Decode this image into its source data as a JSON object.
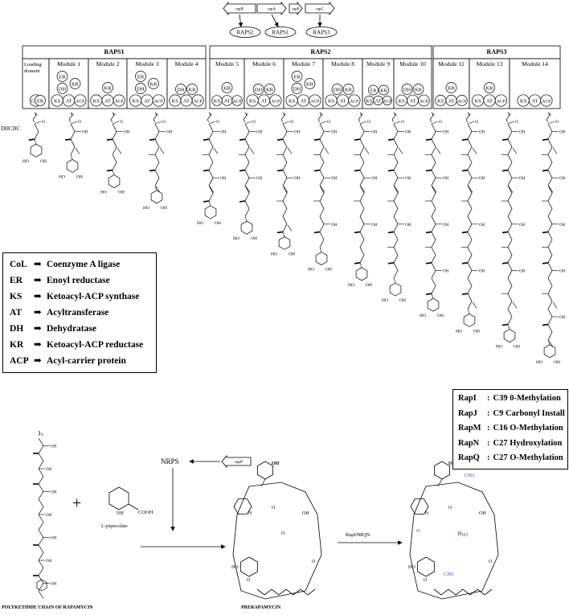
{
  "genes": {
    "top": [
      {
        "label": "rapB"
      },
      {
        "label": "rapA"
      },
      {
        "label": "rapP"
      },
      {
        "label": "rapC"
      }
    ],
    "proteins": [
      "RAPS2",
      "RAPS1",
      "RAPS3"
    ]
  },
  "synthases": [
    {
      "label": "RAPS1"
    },
    {
      "label": "RAPS2"
    },
    {
      "label": "RAPS3"
    }
  ],
  "modules": [
    {
      "label": "Loading domain",
      "domains": [
        "CoL",
        "ER"
      ]
    },
    {
      "label": "Module 1",
      "domains": [
        "ER",
        "DH",
        "KR",
        "KS",
        "AT",
        "ACP"
      ]
    },
    {
      "label": "Module 2",
      "domains": [
        "KR",
        "KS",
        "AT",
        "ACP"
      ]
    },
    {
      "label": "Module 3",
      "domains": [
        "ER",
        "DH",
        "KR",
        "KS",
        "AT",
        "ACP"
      ]
    },
    {
      "label": "Module 4",
      "domains": [
        "DH",
        "KR",
        "KS",
        "AT",
        "ACP"
      ]
    },
    {
      "label": "Module 5",
      "domains": [
        "KR",
        "KS",
        "AT",
        "ACP"
      ]
    },
    {
      "label": "Module 6",
      "domains": [
        "DH",
        "KR",
        "KS",
        "AT",
        "ACP"
      ]
    },
    {
      "label": "Module 7",
      "domains": [
        "ER",
        "DH",
        "KR",
        "KS",
        "AT",
        "ACP"
      ]
    },
    {
      "label": "Module 8",
      "domains": [
        "DH",
        "KR",
        "KS",
        "AT",
        "ACP"
      ]
    },
    {
      "label": "Module 9",
      "domains": [
        "ER",
        "KR",
        "KS",
        "AT",
        "ACP"
      ]
    },
    {
      "label": "Module 10",
      "domains": [
        "DH",
        "KR",
        "KS",
        "AT",
        "ACP"
      ]
    },
    {
      "label": "Module 11",
      "domains": [
        "KR",
        "KS",
        "AT",
        "ACP"
      ]
    },
    {
      "label": "Module 13",
      "domains": [
        "KR",
        "KS",
        "AT",
        "ACP"
      ]
    },
    {
      "label": "Module 14",
      "domains": [
        "KS",
        "AT",
        "ACP"
      ]
    }
  ],
  "starter_label": "DHCHC",
  "legend": [
    {
      "abbr": "CoL",
      "arrow": "➡",
      "name": "Coenzyme A ligase"
    },
    {
      "abbr": "ER",
      "arrow": "➡",
      "name": "Enoyl reductase"
    },
    {
      "abbr": "KS",
      "arrow": "➡",
      "name": "Ketoacyl-ACP synthase"
    },
    {
      "abbr": "AT",
      "arrow": "➡",
      "name": "Acyltransferase"
    },
    {
      "abbr": "DH",
      "arrow": "➡",
      "name": "Dehydratase"
    },
    {
      "abbr": "KR",
      "arrow": "➡",
      "name": "Ketoacyl-ACP reductase"
    },
    {
      "abbr": "ACP",
      "arrow": "➡",
      "name": "Acyl-carrier protein"
    }
  ],
  "tailoring": [
    {
      "enzyme": "RapI",
      "sep": ":",
      "function": "C39 0-Methylation"
    },
    {
      "enzyme": "RapJ",
      "sep": ":",
      "function": "C9 Carbonyl Install"
    },
    {
      "enzyme": "RapM",
      "sep": ":",
      "function": "C16 O-Methylation"
    },
    {
      "enzyme": "RapN",
      "sep": ":",
      "function": "C27 Hydroxylation"
    },
    {
      "enzyme": "RapQ",
      "sep": ":",
      "function": "C27 O-Methylation"
    }
  ],
  "bottom": {
    "nrps": "NRPS",
    "rapP_gene": "rapP",
    "plus": "+",
    "pipecolate_label": "L-pipecolate",
    "cooh": "COOH",
    "nh": "N\nH",
    "tailoring_arrow_label": "RapIJMQN",
    "polyketide_caption": "POLYKETIDDE CHAIN OF RAPAMYCIN",
    "prerapamycin_caption": "PRERAPAMYCIN"
  },
  "chem_labels": {
    "oh": "OH",
    "o": "O",
    "ho": "HO",
    "s": "S",
    "n": "N",
    "ch3": "CH3",
    "o_blue": "O"
  },
  "colors": {
    "ink": "#000000",
    "methyl_blue": "#3a3ad6"
  }
}
